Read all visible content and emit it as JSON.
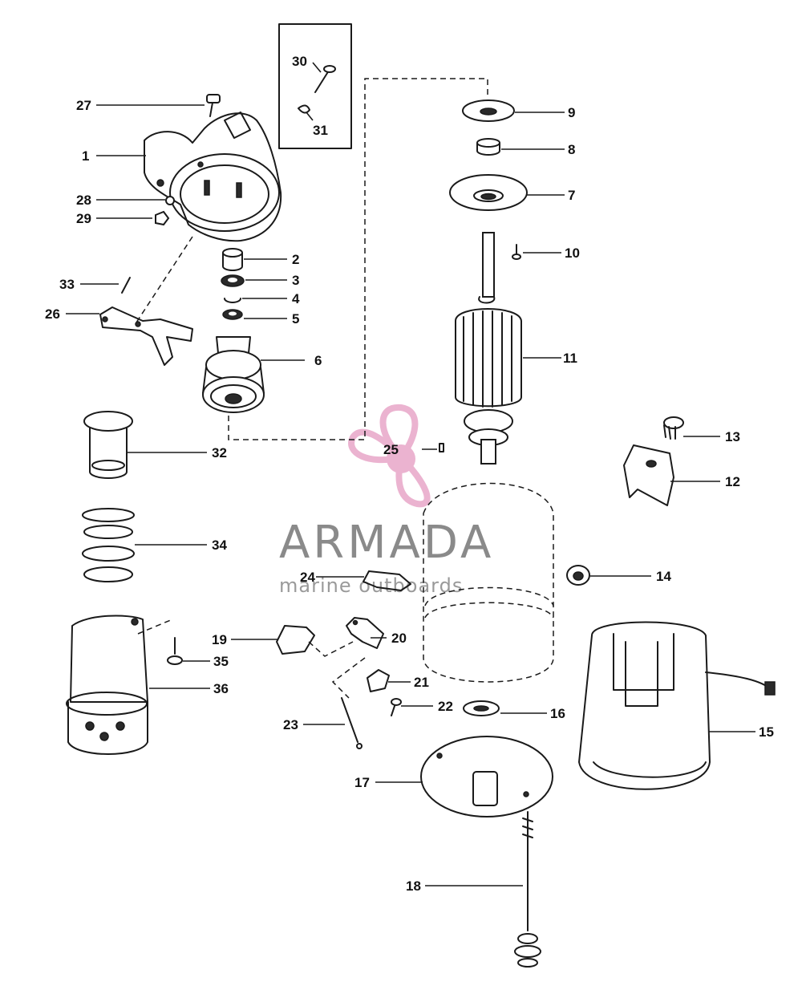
{
  "watermark": {
    "brand": "ARMADA",
    "tagline": "marine outboards",
    "accent_color": "#e8a6c8",
    "text_color": "#8a8a8a"
  },
  "callouts": [
    {
      "id": "1",
      "label": "1"
    },
    {
      "id": "2",
      "label": "2"
    },
    {
      "id": "3",
      "label": "3"
    },
    {
      "id": "4",
      "label": "4"
    },
    {
      "id": "5",
      "label": "5"
    },
    {
      "id": "6",
      "label": "6"
    },
    {
      "id": "7",
      "label": "7"
    },
    {
      "id": "8",
      "label": "8"
    },
    {
      "id": "9",
      "label": "9"
    },
    {
      "id": "10",
      "label": "10"
    },
    {
      "id": "11",
      "label": "11"
    },
    {
      "id": "12",
      "label": "12"
    },
    {
      "id": "13",
      "label": "13"
    },
    {
      "id": "14",
      "label": "14"
    },
    {
      "id": "15",
      "label": "15"
    },
    {
      "id": "16",
      "label": "16"
    },
    {
      "id": "17",
      "label": "17"
    },
    {
      "id": "18",
      "label": "18"
    },
    {
      "id": "19",
      "label": "19"
    },
    {
      "id": "20",
      "label": "20"
    },
    {
      "id": "21",
      "label": "21"
    },
    {
      "id": "22",
      "label": "22"
    },
    {
      "id": "23",
      "label": "23"
    },
    {
      "id": "24",
      "label": "24"
    },
    {
      "id": "25",
      "label": "25"
    },
    {
      "id": "26",
      "label": "26"
    },
    {
      "id": "27",
      "label": "27"
    },
    {
      "id": "28",
      "label": "28"
    },
    {
      "id": "29",
      "label": "29"
    },
    {
      "id": "30",
      "label": "30"
    },
    {
      "id": "31",
      "label": "31"
    },
    {
      "id": "32",
      "label": "32"
    },
    {
      "id": "33",
      "label": "33"
    },
    {
      "id": "34",
      "label": "34"
    },
    {
      "id": "35",
      "label": "35"
    },
    {
      "id": "36",
      "label": "36"
    }
  ]
}
